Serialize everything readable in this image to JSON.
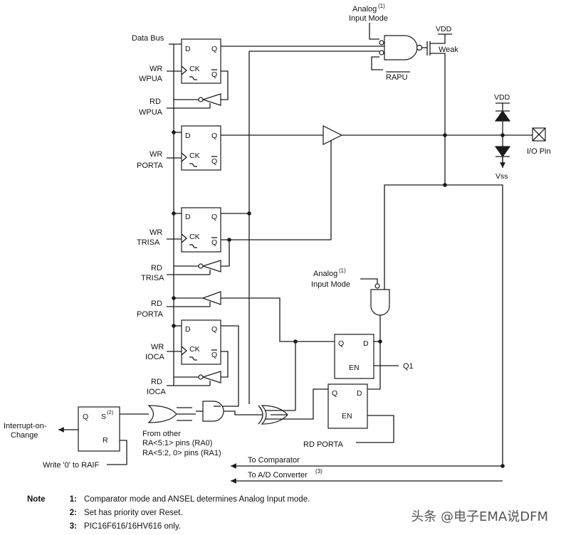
{
  "labels": {
    "data_bus": "Data Bus",
    "wr_wpua": [
      "WR",
      "WPUA"
    ],
    "rd_wpua": [
      "RD",
      "WPUA"
    ],
    "wr_porta": [
      "WR",
      "PORTA"
    ],
    "wr_trisa": [
      "WR",
      "TRISA"
    ],
    "rd_trisa": [
      "RD",
      "TRISA"
    ],
    "rd_porta_left": [
      "RD",
      "PORTA"
    ],
    "wr_ioca": [
      "WR",
      "IOCA"
    ],
    "rd_ioca": [
      "RD",
      "IOCA"
    ],
    "analog_input_top": [
      "Analog",
      "(1)",
      "Input Mode"
    ],
    "analog_input_mid": [
      "Analog",
      "(1)",
      "Input Mode"
    ],
    "vdd_top": "VDD",
    "weak": "Weak",
    "rapu": "RAPU",
    "vdd_right": "VDD",
    "vss": "Vss",
    "io_pin": "I/O Pin",
    "q1": "Q1",
    "rd_porta_bottom": "RD PORTA",
    "interrupt": [
      "Interrupt-on-",
      "Change"
    ],
    "write_raif": "Write '0' to RAIF",
    "from_other": [
      "From other",
      "RA<5:1> pins (RA0)",
      "RA<5:2, 0> pins (RA1)"
    ],
    "to_comparator": "To Comparator",
    "to_adc": "To A/D Converter",
    "to_adc_sup": "(3)"
  },
  "ff_pins": {
    "d": "D",
    "q": "Q",
    "ck": "CK",
    "qbar": "Q",
    "en": "EN",
    "s": "S",
    "s_sup": "(2)",
    "r": "R"
  },
  "notes": {
    "heading": "Note",
    "items": [
      {
        "num": "1:",
        "text": "Comparator mode and ANSEL determines Analog Input mode."
      },
      {
        "num": "2:",
        "text": "Set has priority over Reset."
      },
      {
        "num": "3:",
        "text": "PIC16F616/16HV616 only."
      }
    ]
  },
  "watermark": "头条 @电子EMA说DFM"
}
